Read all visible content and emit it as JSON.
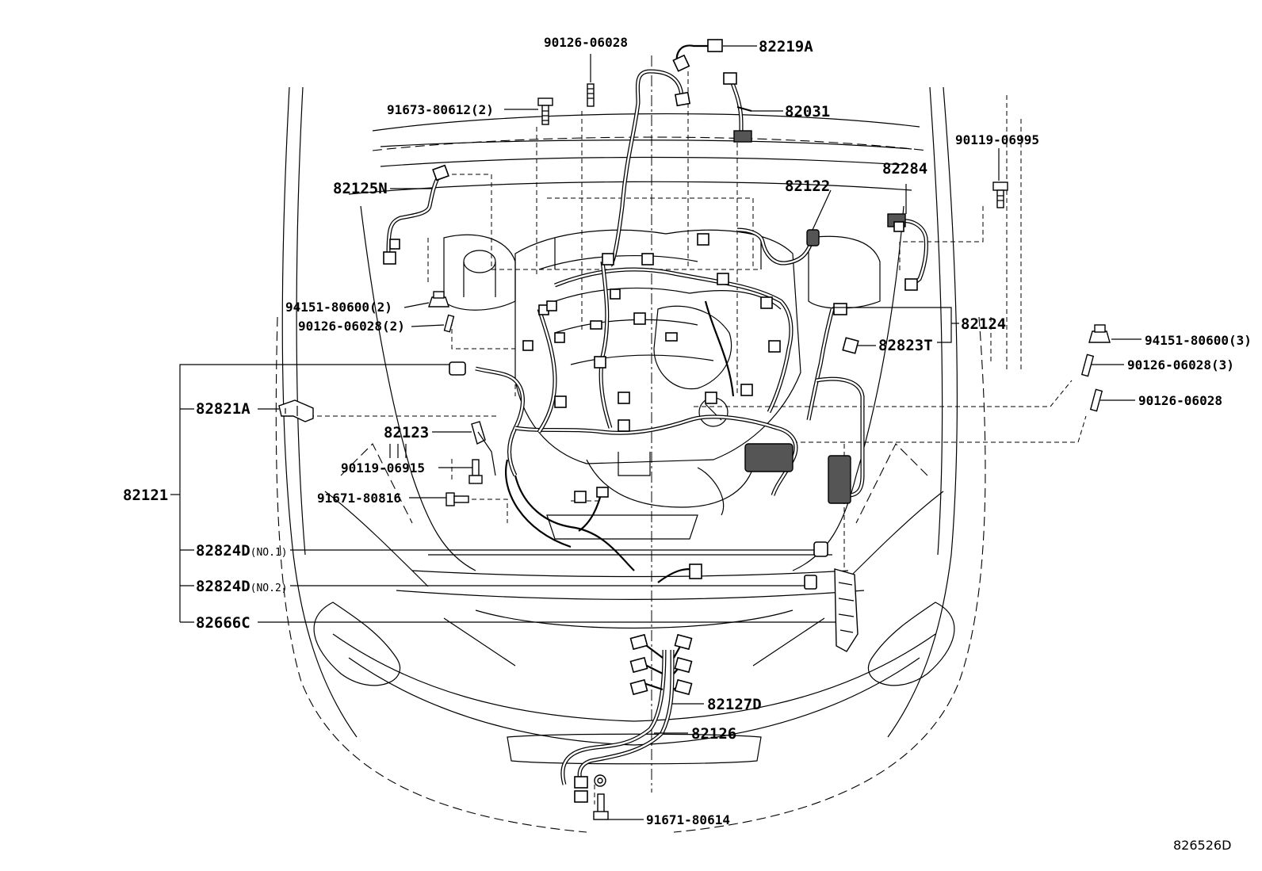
{
  "diagram": {
    "figure_code": "826526D",
    "part_labels": [
      {
        "id": "p-82219a",
        "text": "82219A"
      },
      {
        "id": "p-82031",
        "text": "82031"
      },
      {
        "id": "p-90126-06028-top",
        "text": "90126-06028"
      },
      {
        "id": "p-91673-80612",
        "text": "91673-80612(2)"
      },
      {
        "id": "p-90119-06995",
        "text": "90119-06995"
      },
      {
        "id": "p-82284",
        "text": "82284"
      },
      {
        "id": "p-82122",
        "text": "82122"
      },
      {
        "id": "p-82125n",
        "text": "82125N"
      },
      {
        "id": "p-94151-80600-2",
        "text": "94151-80600(2)"
      },
      {
        "id": "p-90126-06028-2",
        "text": "90126-06028(2)"
      },
      {
        "id": "p-82124",
        "text": "82124"
      },
      {
        "id": "p-82823t",
        "text": "82823T"
      },
      {
        "id": "p-94151-80600-3",
        "text": "94151-80600(3)"
      },
      {
        "id": "p-90126-06028-3",
        "text": "90126-06028(3)"
      },
      {
        "id": "p-90126-06028-right",
        "text": "90126-06028"
      },
      {
        "id": "p-82821a",
        "text": "82821A"
      },
      {
        "id": "p-82123",
        "text": "82123"
      },
      {
        "id": "p-90119-06915",
        "text": "90119-06915"
      },
      {
        "id": "p-82121",
        "text": "82121"
      },
      {
        "id": "p-91671-80816",
        "text": "91671-80816"
      },
      {
        "id": "p-82824d-1",
        "text": "82824D",
        "suffix": "(NO.1)"
      },
      {
        "id": "p-82824d-2",
        "text": "82824D",
        "suffix": "(NO.2)"
      },
      {
        "id": "p-82666c",
        "text": "82666C"
      },
      {
        "id": "p-82127d",
        "text": "82127D"
      },
      {
        "id": "p-82126",
        "text": "82126"
      },
      {
        "id": "p-91671-80614",
        "text": "91671-80614"
      }
    ]
  }
}
